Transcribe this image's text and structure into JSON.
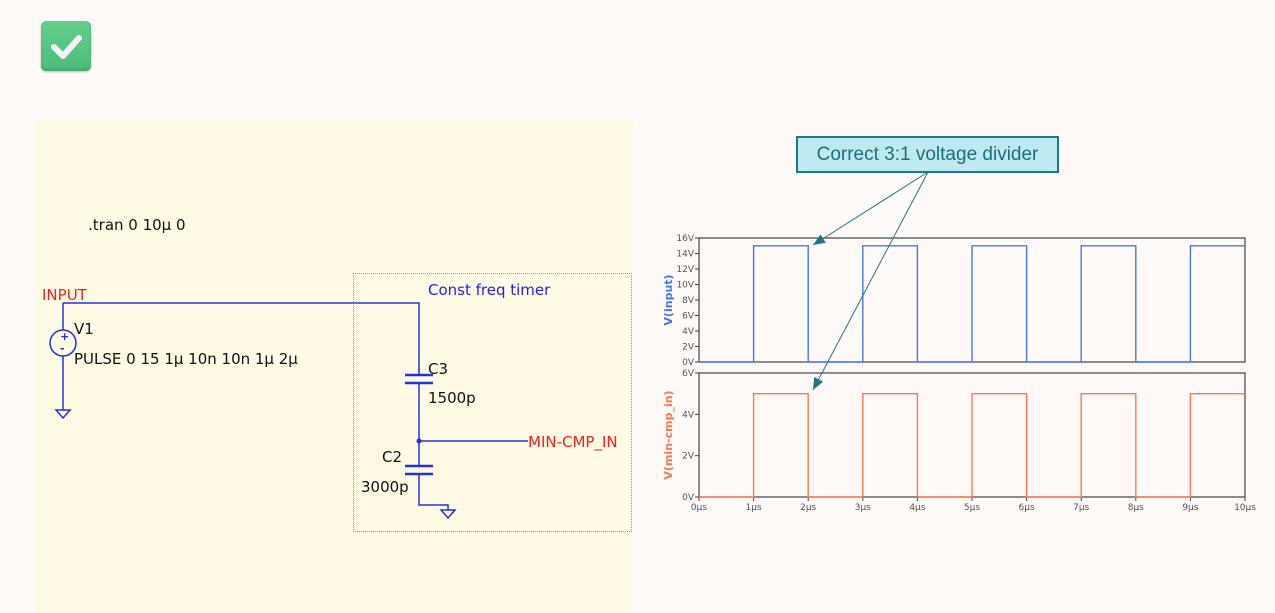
{
  "status": {
    "icon": "check-icon",
    "color": "#52c27e"
  },
  "schematic": {
    "directive": ".tran 0 10µ 0",
    "net_input": "INPUT",
    "net_output": "MIN-CMP_IN",
    "source": {
      "name": "V1",
      "value": "PULSE 0 15 1µ 10n 10n 1µ 2µ"
    },
    "group_label": "Const freq timer",
    "c3": {
      "name": "C3",
      "value": "1500p"
    },
    "c2": {
      "name": "C2",
      "value": "3000p"
    },
    "wire_color": "#2233dd",
    "net_color": "#ee2222"
  },
  "callout": {
    "text": "Correct 3:1 voltage divider"
  },
  "chart_data": [
    {
      "type": "line",
      "ylabel": "V(input)",
      "color": "#4477ee",
      "ylim": [
        0,
        16
      ],
      "yticks": [
        "0V",
        "2V",
        "4V",
        "6V",
        "8V",
        "10V",
        "12V",
        "14V",
        "16V"
      ],
      "ytick_values": [
        0,
        2,
        4,
        6,
        8,
        10,
        12,
        14,
        16
      ],
      "xlim": [
        0,
        10
      ],
      "x": [
        0,
        1,
        1,
        2,
        2,
        3,
        3,
        4,
        4,
        5,
        5,
        6,
        6,
        7,
        7,
        8,
        8,
        9,
        9,
        10
      ],
      "y": [
        0,
        0,
        15,
        15,
        0,
        0,
        15,
        15,
        0,
        0,
        15,
        15,
        0,
        0,
        15,
        15,
        0,
        0,
        15,
        15
      ]
    },
    {
      "type": "line",
      "ylabel": "V(min-cmp_in)",
      "color": "#ff7755",
      "ylim": [
        0,
        6
      ],
      "yticks": [
        "0V",
        "2V",
        "4V",
        "6V"
      ],
      "ytick_values": [
        0,
        2,
        4,
        6
      ],
      "xlim": [
        0,
        10
      ],
      "xticks": [
        "0µs",
        "1µs",
        "2µs",
        "3µs",
        "4µs",
        "5µs",
        "6µs",
        "7µs",
        "8µs",
        "9µs",
        "10µs"
      ],
      "xtick_values": [
        0,
        1,
        2,
        3,
        4,
        5,
        6,
        7,
        8,
        9,
        10
      ],
      "x": [
        0,
        1,
        1,
        2,
        2,
        3,
        3,
        4,
        4,
        5,
        5,
        6,
        6,
        7,
        7,
        8,
        8,
        9,
        9,
        10
      ],
      "y": [
        0,
        0,
        5,
        5,
        0,
        0,
        5,
        5,
        0,
        0,
        5,
        5,
        0,
        0,
        5,
        5,
        0,
        0,
        5,
        5
      ]
    }
  ]
}
